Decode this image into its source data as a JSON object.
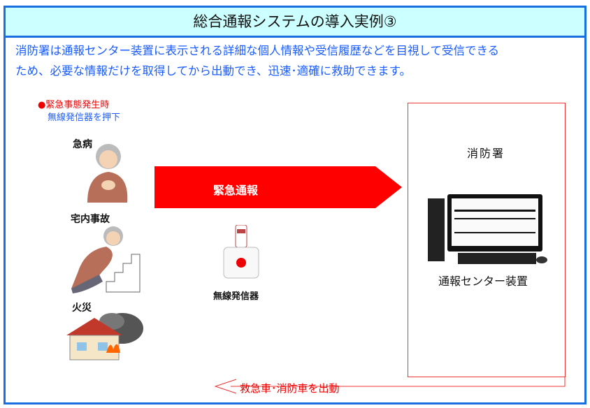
{
  "title": "総合通報システムの導入実例③",
  "description": [
    "消防署は通報センター装置に表示される詳細な個人情報や受信履歴などを目視して受信できる",
    "ため、必要な情報だけを取得してから出動でき、迅速･適確に救助できます。"
  ],
  "trigger": {
    "line1": "●緊急事態発生時",
    "line2": "無線発信器を押下"
  },
  "cases": [
    "急病",
    "宅内事故",
    "火災"
  ],
  "arrow_label": "緊急通報",
  "device_label": "無線発信器",
  "fire_station": "消防署",
  "center_label": "通報センター装置",
  "dispatch_label": "救急車･消防車を出動",
  "colors": {
    "accent": "#1a6fe0",
    "red": "#ff0000",
    "title_bg": "#ccffff"
  }
}
